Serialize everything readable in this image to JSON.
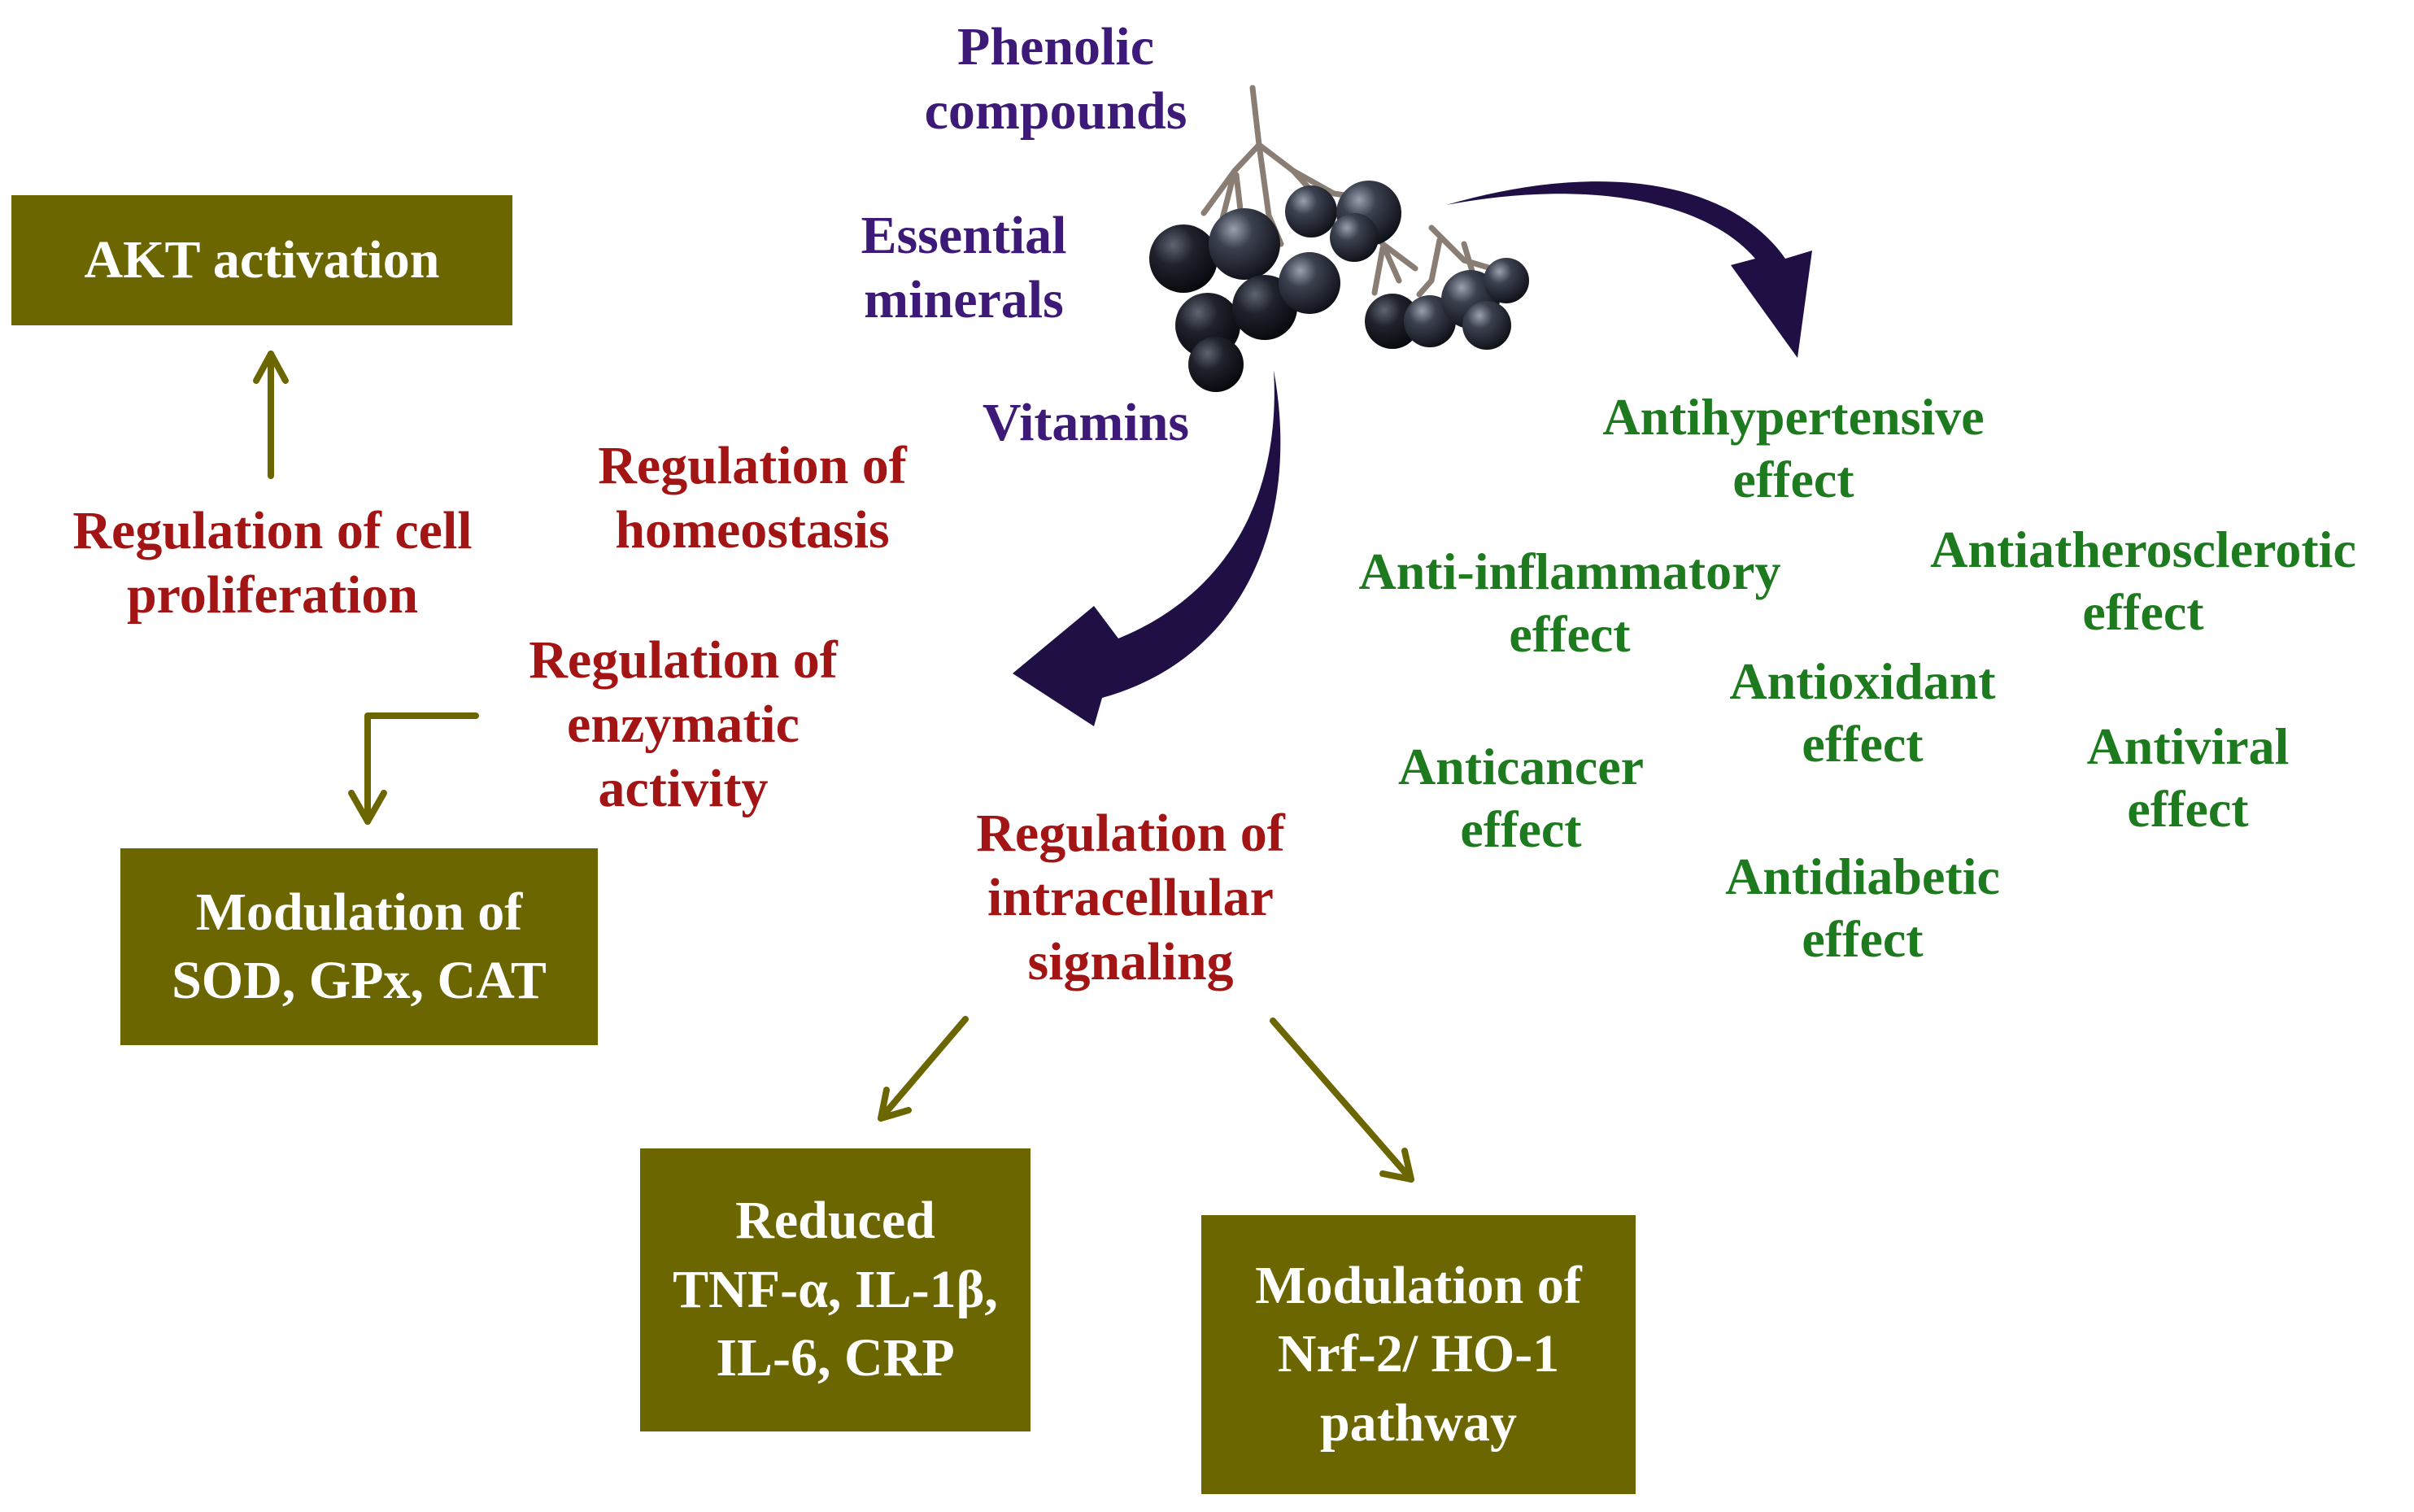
{
  "colors": {
    "box_fill": "#6b6600",
    "box_text": "#ffffff",
    "arrow_olive": "#6b6600",
    "curved_arrow": "#1f0f45",
    "nutrient_text": "#3d1a78",
    "regulation_text": "#a31515",
    "effect_text": "#1e7a1e"
  },
  "illustration": {
    "name": "berry-cluster"
  },
  "nutrients": {
    "phenolic": "Phenolic\ncompounds",
    "minerals": "Essential\nminerals",
    "vitamins": "Vitamins"
  },
  "regulations": {
    "cell_proliferation": "Regulation of cell\nproliferation",
    "homeostasis": "Regulation of\nhomeostasis",
    "enzymatic": "Regulation of\nenzymatic\nactivity",
    "intracellular": "Regulation of\nintracellular\nsignaling"
  },
  "boxes": {
    "akt": "AKT activation",
    "sod": "Modulation of\nSOD, GPx, CAT",
    "cytokines": "Reduced\nTNF-α, IL-1β,\nIL-6, CRP",
    "nrf2": "Modulation of\nNrf-2/ HO-1\npathway"
  },
  "effects": {
    "antihypertensive": "Antihypertensive\neffect",
    "anti_inflammatory": "Anti-inflammatory\neffect",
    "antiatherosclerotic": "Antiatherosclerotic\neffect",
    "antioxidant": "Antioxidant\neffect",
    "anticancer": "Anticancer\neffect",
    "antiviral": "Antiviral\neffect",
    "antidiabetic": "Antidiabetic\neffect"
  }
}
